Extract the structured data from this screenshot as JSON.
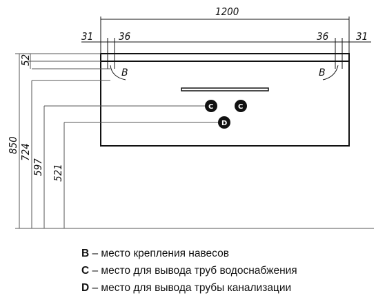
{
  "dimensions": {
    "top_width": "1200",
    "left_outer": "31",
    "left_inner": "36",
    "right_inner": "36",
    "right_outer": "31",
    "top_thickness": "52",
    "h_total": "850",
    "h_b": "724",
    "h_c": "597",
    "h_d": "521"
  },
  "markers": {
    "b_left": "B",
    "b_right": "B",
    "c_left": "C",
    "c_right": "C",
    "d": "D"
  },
  "legend": [
    {
      "letter": "B",
      "text": " – место крепления навесов"
    },
    {
      "letter": "C",
      "text": " – место для вывода труб водоснабжения"
    },
    {
      "letter": "D",
      "text": " – место для вывода трубы канализации"
    }
  ],
  "colors": {
    "line": "#111111",
    "guide": "#555555",
    "bubble": "#111111"
  }
}
